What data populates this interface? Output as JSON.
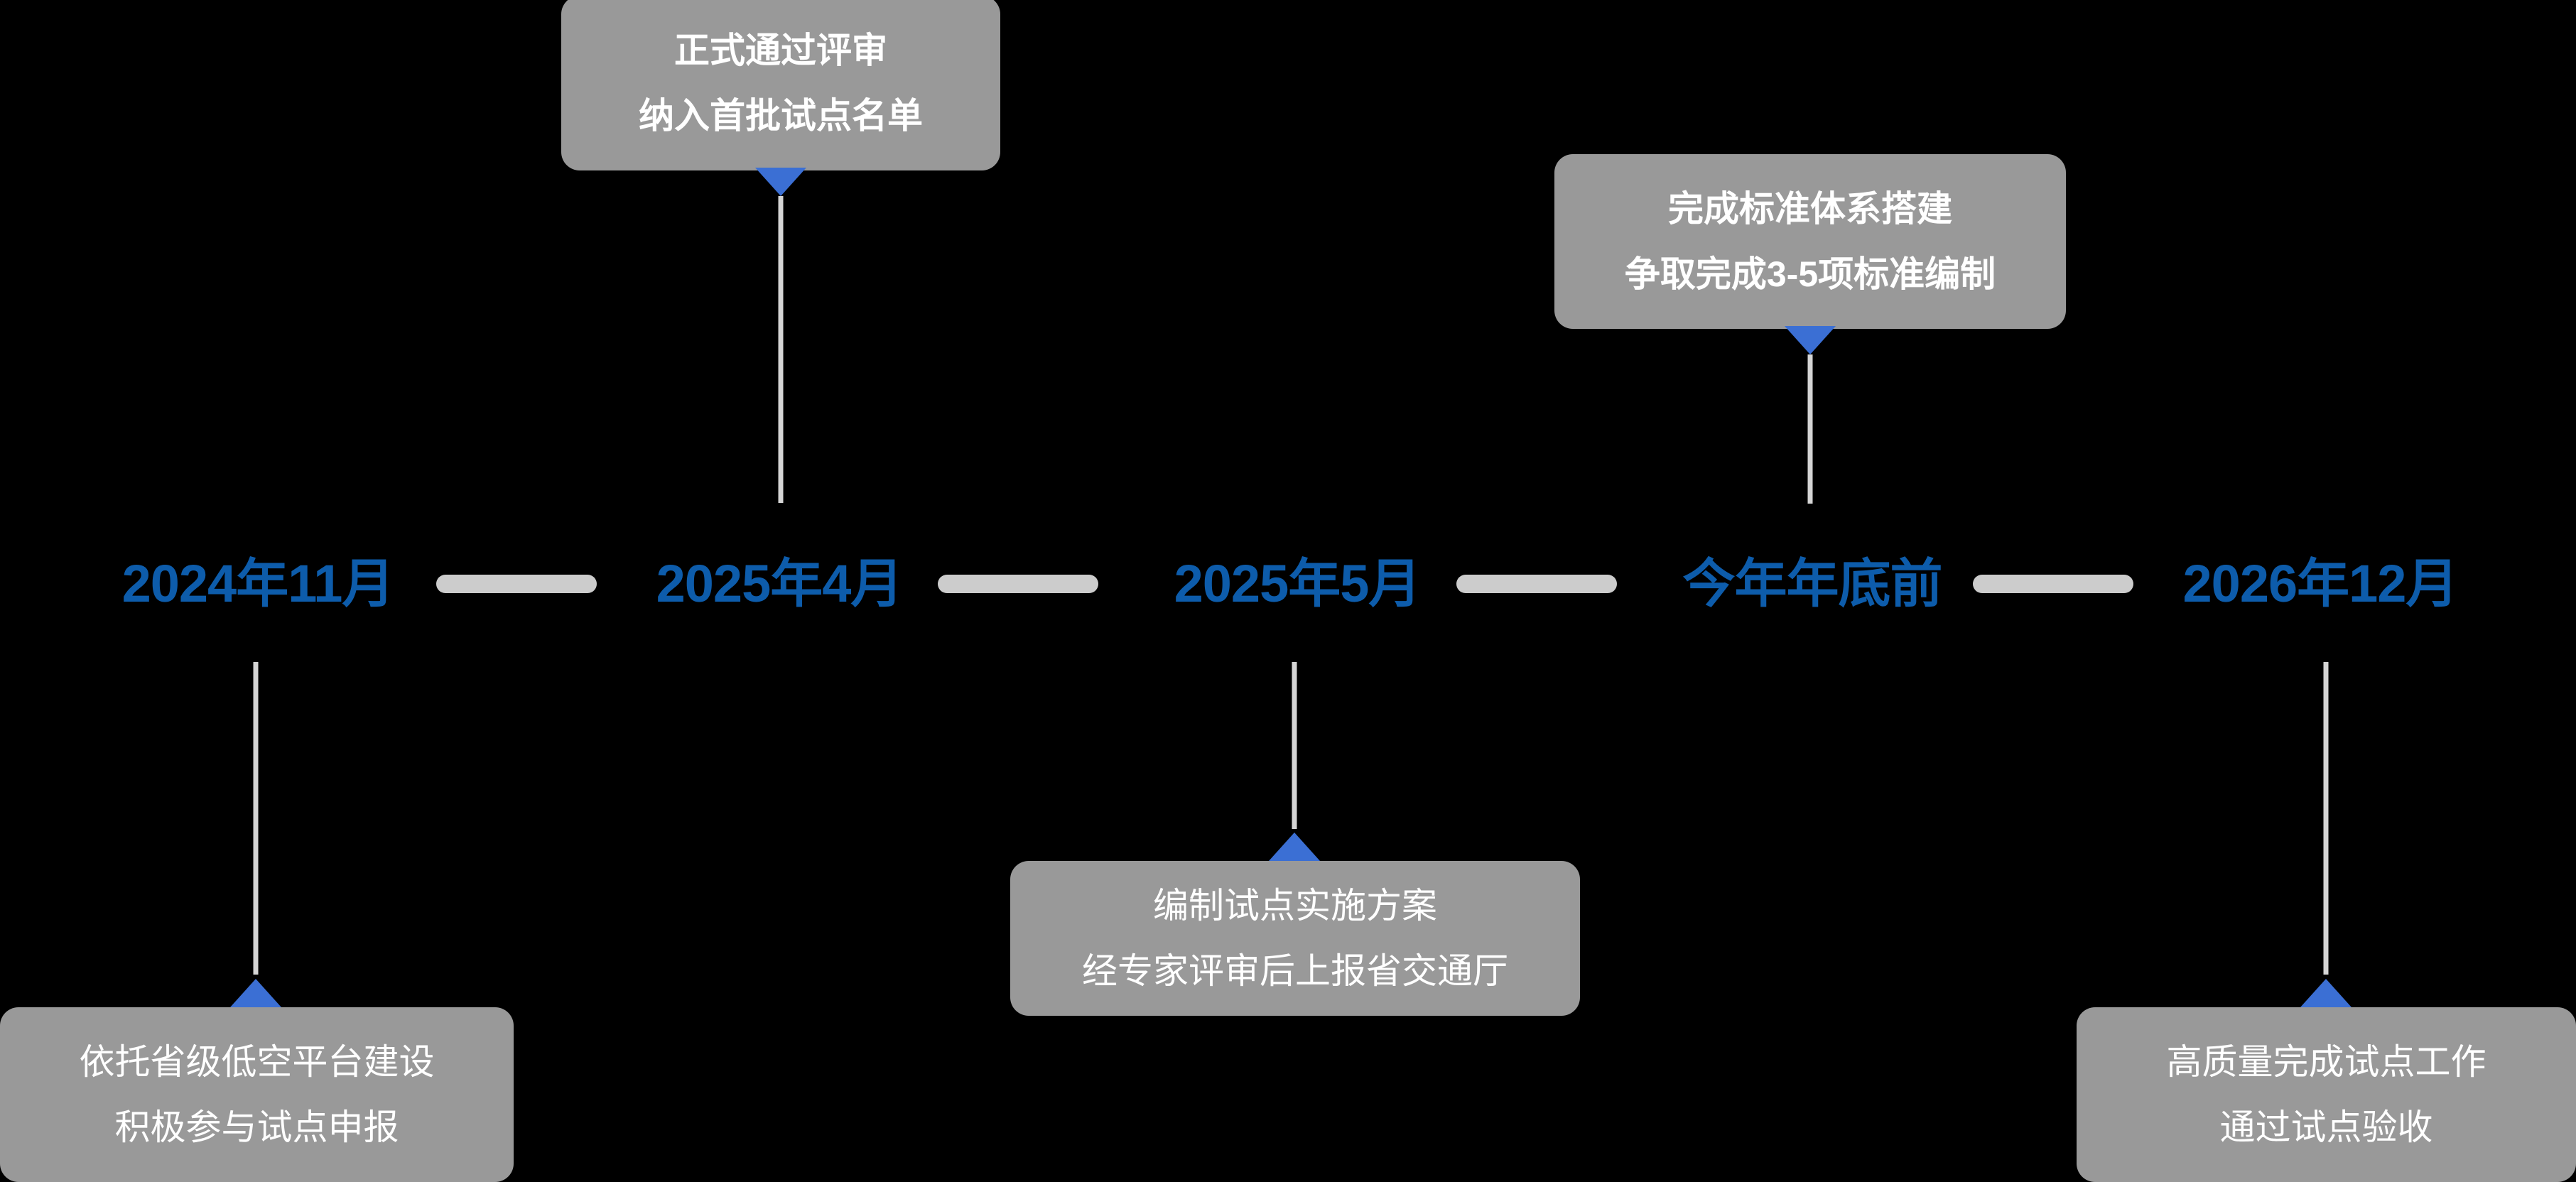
{
  "theme": {
    "background": "#000000",
    "milestone_text_color": "#0d5cab",
    "axis_bar_color": "#cccccc",
    "callout_bg": "#999999",
    "callout_text_color": "#ffffff",
    "connector_color": "#d5d5d5",
    "pointer_color": "#3b6fd4"
  },
  "timeline": {
    "milestones": [
      {
        "label": "2024年11月"
      },
      {
        "label": "2025年4月"
      },
      {
        "label": "2025年5月"
      },
      {
        "label": "今年年底前"
      },
      {
        "label": "2026年12月"
      }
    ]
  },
  "callouts": [
    {
      "id": "callout-2025-04",
      "position": "above",
      "milestone": "2025年4月",
      "lines": [
        "正式通过评审",
        "纳入首批试点名单"
      ],
      "line1": "正式通过评审",
      "line2": "纳入首批试点名单"
    },
    {
      "id": "callout-year-end",
      "position": "above",
      "milestone": "今年年底前",
      "lines": [
        "完成标准体系搭建",
        "争取完成3-5项标准编制"
      ],
      "line1": "完成标准体系搭建",
      "line2": "争取完成3-5项标准编制"
    },
    {
      "id": "callout-2024-11",
      "position": "below",
      "milestone": "2024年11月",
      "lines": [
        "依托省级低空平台建设",
        "积极参与试点申报"
      ],
      "line1": "依托省级低空平台建设",
      "line2": "积极参与试点申报"
    },
    {
      "id": "callout-2025-05",
      "position": "below",
      "milestone": "2025年5月",
      "lines": [
        "编制试点实施方案",
        "经专家评审后上报省交通厅"
      ],
      "line1": "编制试点实施方案",
      "line2": "经专家评审后上报省交通厅"
    },
    {
      "id": "callout-2026-12",
      "position": "below",
      "milestone": "2026年12月",
      "lines": [
        "高质量完成试点工作",
        "通过试点验收"
      ],
      "line1": "高质量完成试点工作",
      "line2": "通过试点验收"
    }
  ]
}
